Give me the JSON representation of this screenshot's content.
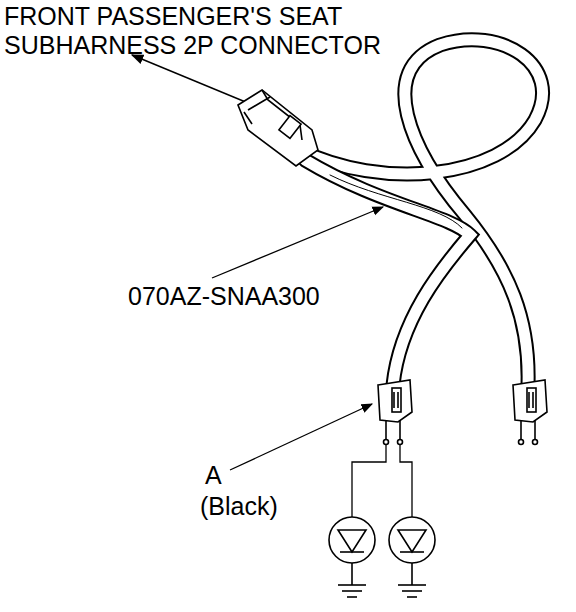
{
  "diagram": {
    "labels": [
      "FRONT PASSENGER'S SEAT SUBHARNESS 2P CONNECTOR",
      "070AZ-SNAA300",
      "A",
      "(Black)"
    ]
  }
}
